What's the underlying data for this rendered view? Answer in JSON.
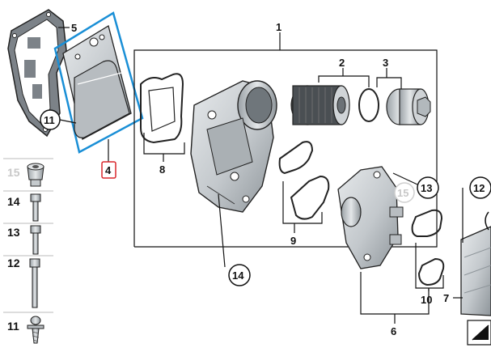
{
  "callouts": {
    "c1": "1",
    "c2": "2",
    "c3": "3",
    "c4": "4",
    "c5": "5",
    "c6": "6",
    "c7": "7",
    "c8": "8",
    "c9": "9",
    "c10": "10",
    "c11": "11",
    "c12": "12",
    "c13": "13",
    "c14": "14",
    "c15": "15"
  },
  "side_parts": [
    {
      "num": "15",
      "icon": "sleeve-icon",
      "faded": true
    },
    {
      "num": "14",
      "icon": "bolt-icon",
      "faded": false
    },
    {
      "num": "13",
      "icon": "bolt-icon",
      "faded": false
    },
    {
      "num": "12",
      "icon": "bolt-icon",
      "faded": false
    },
    {
      "num": "11",
      "icon": "screw-icon",
      "faded": false
    }
  ],
  "colors": {
    "highlight_outline": "#1a8fd6",
    "highlight_label_box": "#d9262c",
    "part_fill": "#cfd3d6",
    "part_shade": "#9aa1a6",
    "line": "#111111"
  }
}
